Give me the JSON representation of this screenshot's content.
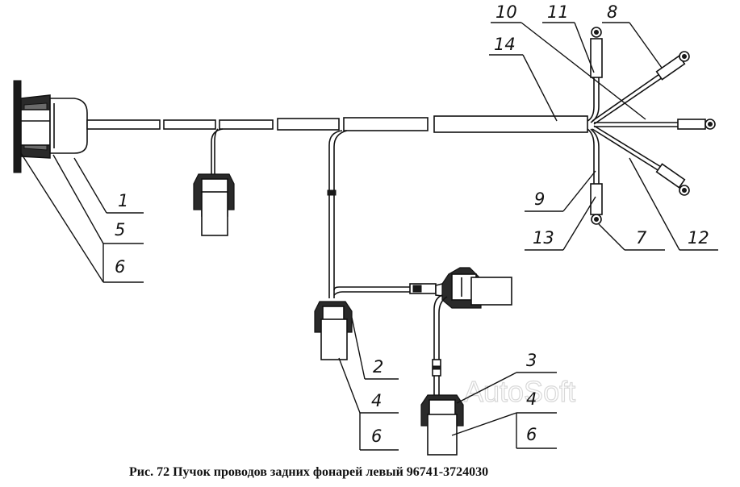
{
  "caption": "Рис. 72 Пучок проводов задних фонарей левый 96741-3724030",
  "watermark": "AutoSoft",
  "callouts": {
    "c1": "1",
    "c2": "2",
    "c3": "3",
    "c4a": "4",
    "c4b": "4",
    "c5": "5",
    "c6a": "6",
    "c6b": "6",
    "c6c": "6",
    "c7": "7",
    "c8": "8",
    "c9": "9",
    "c10": "10",
    "c11": "11",
    "c12": "12",
    "c13": "13",
    "c14": "14"
  }
}
